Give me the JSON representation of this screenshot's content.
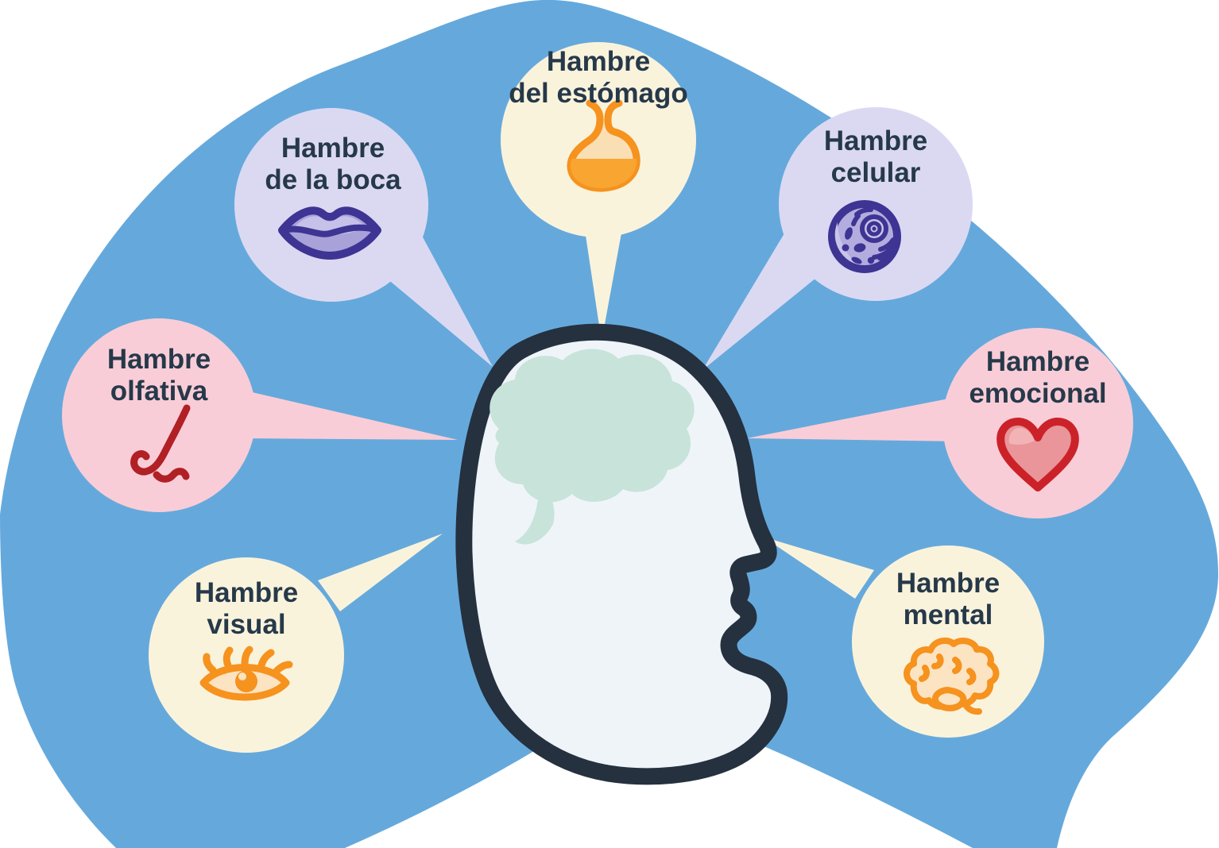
{
  "figure": {
    "background_blob_color": "#65A9DC",
    "center_icon": "head-profile-with-brain",
    "head_outline_color": "#25313F",
    "head_fill_color": "#EFF4F9",
    "brain_fill_color": "#C8E3DA",
    "label_text_color": "#26394A"
  },
  "bubbles": [
    {
      "name": "stomach-hunger",
      "line1": "Hambre",
      "line2": "del estómago",
      "icon": "stomach-icon",
      "bubble_color": "#FAF3DC",
      "icon_color": "#F6921E"
    },
    {
      "name": "mouth-hunger",
      "line1": "Hambre",
      "line2": "de la boca",
      "icon": "lips-icon",
      "bubble_color": "#DBD9F2",
      "icon_color": "#3D3493"
    },
    {
      "name": "cellular-hunger",
      "line1": "Hambre",
      "line2": "celular",
      "icon": "cell-icon",
      "bubble_color": "#DBD9F2",
      "icon_color": "#3D3493"
    },
    {
      "name": "olfactory-hunger",
      "line1": "Hambre",
      "line2": "olfativa",
      "icon": "nose-icon",
      "bubble_color": "#F9CDD7",
      "icon_color": "#B02025"
    },
    {
      "name": "emotional-hunger",
      "line1": "Hambre",
      "line2": "emocional",
      "icon": "heart-icon",
      "bubble_color": "#F9CDD7",
      "icon_color": "#CB2229"
    },
    {
      "name": "visual-hunger",
      "line1": "Hambre",
      "line2": "visual",
      "icon": "eye-icon",
      "bubble_color": "#FAF3DC",
      "icon_color": "#F6921E"
    },
    {
      "name": "mental-hunger",
      "line1": "Hambre",
      "line2": "mental",
      "icon": "brain-icon",
      "bubble_color": "#FAF3DC",
      "icon_color": "#F6921E"
    }
  ]
}
